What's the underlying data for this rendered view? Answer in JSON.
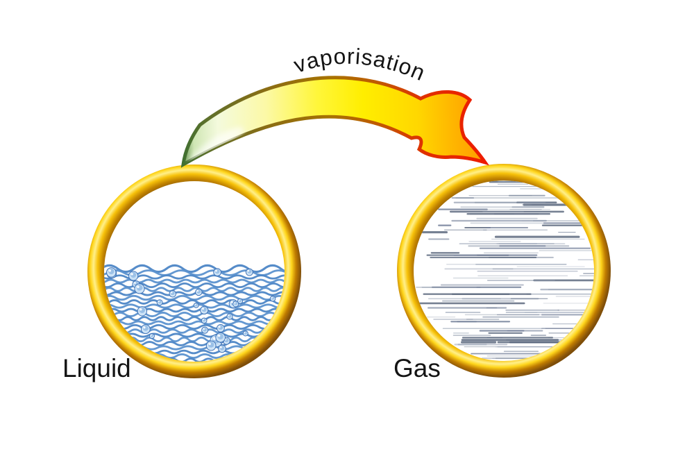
{
  "diagram": {
    "arrow_label": "vaporisation",
    "left_label": "Liquid",
    "right_label": "Gas"
  },
  "colors": {
    "background": "#ffffff",
    "label_text": "#141414",
    "ring_gold_bright": "#ffef8a",
    "ring_gold_mid": "#f7c20a",
    "ring_gold_dark": "#6f4200",
    "water_blue": "#4d86c6",
    "water_blue_light": "#5c92cf",
    "bubble_fill": "#cfe5f8",
    "bubble_stroke": "#3a6fb5",
    "gas_streak": "#8b96a8",
    "gas_streak_dark": "#5f6b80",
    "arrow_tail_green": "#3f7031",
    "arrow_body_yellow": "#ffee00",
    "arrow_head_red": "#ee1b00"
  }
}
